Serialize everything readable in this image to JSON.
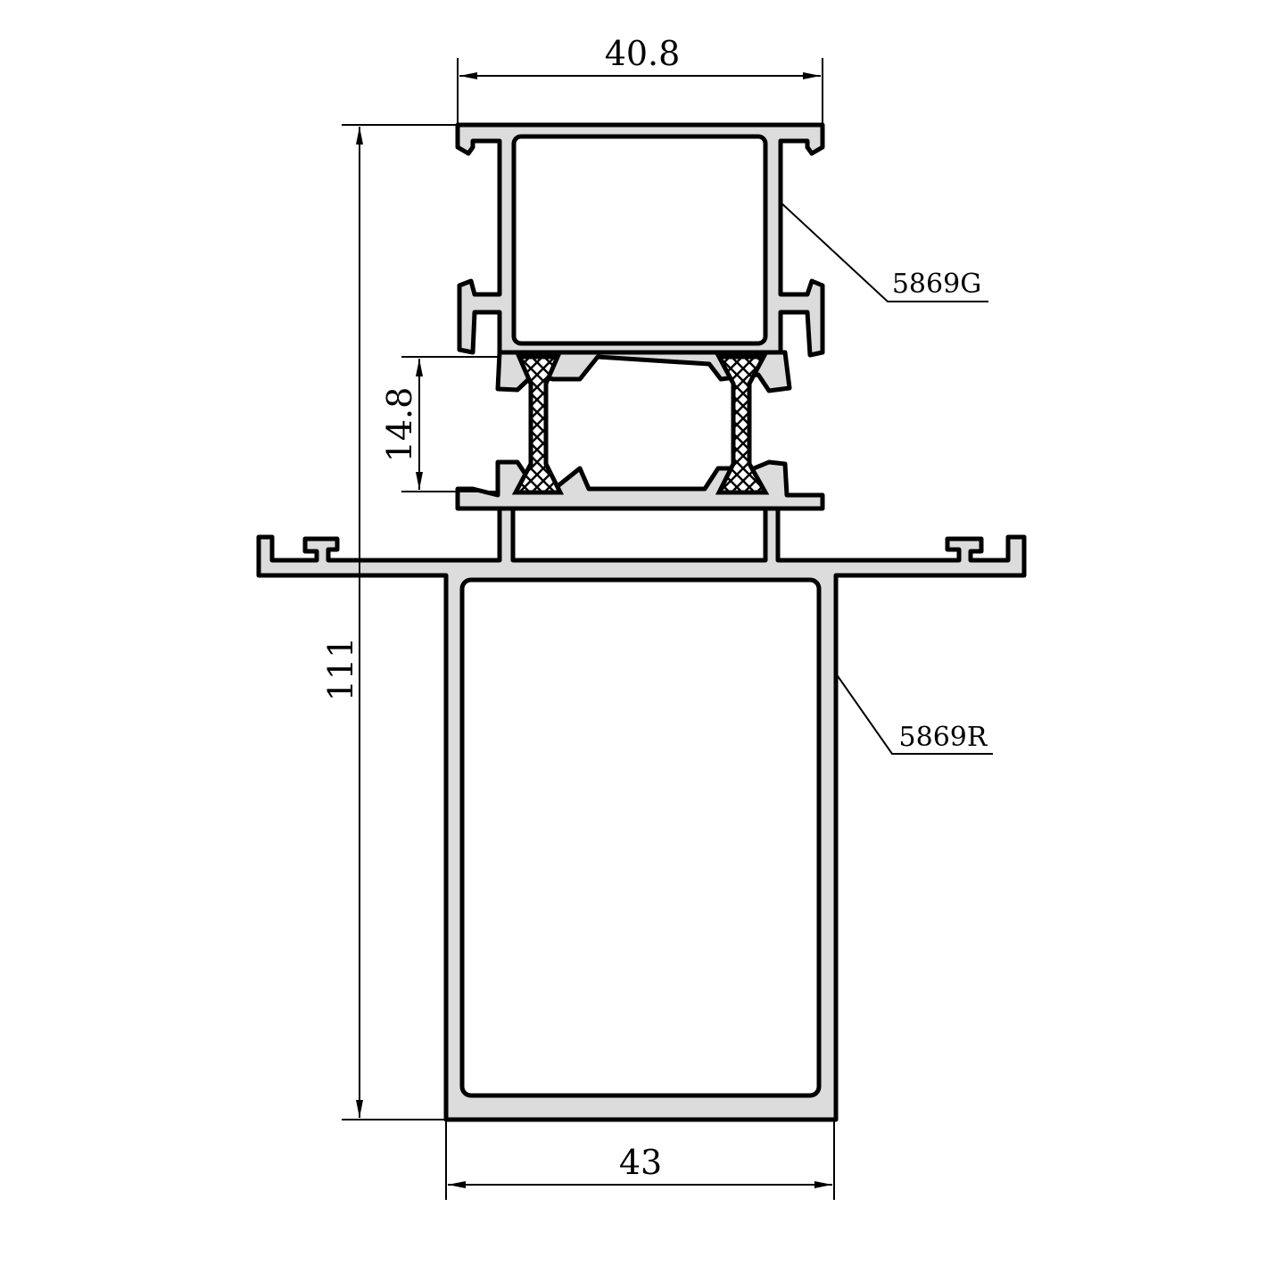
{
  "drawing": {
    "dimensions": {
      "top_width": "40.8",
      "overall_height": "111",
      "thermal_break_height": "14.8",
      "bottom_width": "43"
    },
    "part_labels": {
      "upper_profile": "5869G",
      "lower_profile": "5869R"
    },
    "colors": {
      "profile_fill": "#dcdcdc",
      "line": "#000000"
    }
  }
}
